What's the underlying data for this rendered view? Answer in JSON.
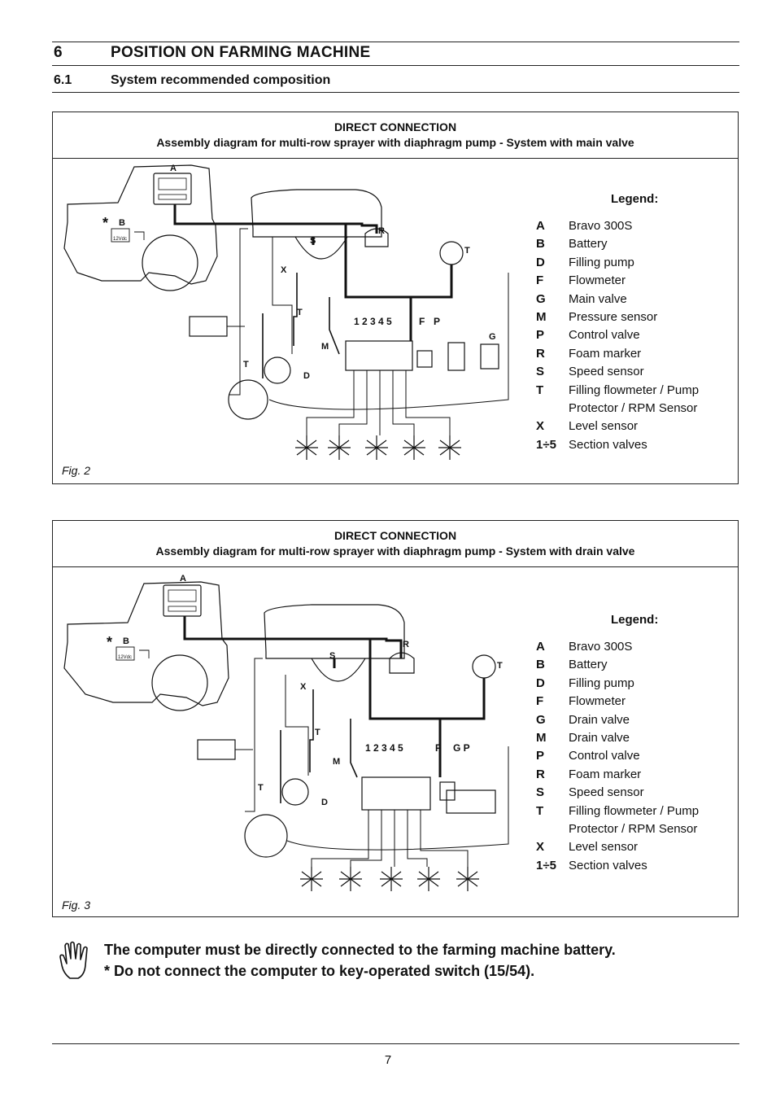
{
  "section": {
    "number": "6",
    "title": "POSITION ON FARMING MACHINE"
  },
  "subsection": {
    "number": "6.1",
    "title": "System recommended composition"
  },
  "figures": [
    {
      "heading1": "DIRECT CONNECTION",
      "heading2": "Assembly diagram for multi-row sprayer with diaphragm pump - System with main valve",
      "caption": "Fig. 2",
      "legend_title": "Legend:",
      "legend": [
        {
          "key": "A",
          "text": "Bravo 300S"
        },
        {
          "key": "B",
          "text": "Battery"
        },
        {
          "key": "D",
          "text": "Filling pump"
        },
        {
          "key": "F",
          "text": "Flowmeter"
        },
        {
          "key": "G",
          "text": "Main valve"
        },
        {
          "key": "M",
          "text": "Pressure sensor"
        },
        {
          "key": "P",
          "text": "Control valve"
        },
        {
          "key": "R",
          "text": "Foam marker"
        },
        {
          "key": "S",
          "text": "Speed sensor"
        },
        {
          "key": "T",
          "text": "Filling flowmeter / Pump Protector / RPM Sensor"
        },
        {
          "key": "X",
          "text": "Level sensor"
        },
        {
          "key": "1÷5",
          "text": "Section valves"
        }
      ],
      "diagram_labels": {
        "A": "A",
        "B": "B",
        "star": "*",
        "battery": "12Vdc",
        "S": "S",
        "X": "X",
        "R": "R",
        "T_speed": "T",
        "T_filling": "T",
        "T_pump": "T",
        "D": "D",
        "M": "M",
        "sections": "1 2 3 4 5",
        "F": "F",
        "P": "P",
        "G": "G"
      }
    },
    {
      "heading1": "DIRECT CONNECTION",
      "heading2": "Assembly diagram for multi-row sprayer with diaphragm pump - System with drain valve",
      "caption": "Fig. 3",
      "legend_title": "Legend:",
      "legend": [
        {
          "key": "A",
          "text": "Bravo 300S"
        },
        {
          "key": "B",
          "text": "Battery"
        },
        {
          "key": "D",
          "text": "Filling pump"
        },
        {
          "key": "F",
          "text": "Flowmeter"
        },
        {
          "key": "G",
          "text": "Drain valve"
        },
        {
          "key": "M",
          "text": "Drain valve"
        },
        {
          "key": "P",
          "text": "Control valve"
        },
        {
          "key": "R",
          "text": "Foam marker"
        },
        {
          "key": "S",
          "text": "Speed sensor"
        },
        {
          "key": "T",
          "text": "Filling flowmeter / Pump Protector / RPM Sensor"
        },
        {
          "key": "X",
          "text": "Level sensor"
        },
        {
          "key": "1÷5",
          "text": "Section valves"
        }
      ],
      "diagram_labels": {
        "A": "A",
        "B": "B",
        "star": "*",
        "battery": "12Vdc",
        "S": "S",
        "X": "X",
        "R": "R",
        "T_speed": "T",
        "T_filling": "T",
        "T_pump": "T",
        "D": "D",
        "M": "M",
        "sections": "1 2 3 4 5",
        "F": "F",
        "P": "G P",
        "G": ""
      }
    }
  ],
  "notes": [
    "The computer must be directly connected to the farming machine battery.",
    "* Do not connect the computer to key-operated switch (15/54)."
  ],
  "page_number": "7"
}
